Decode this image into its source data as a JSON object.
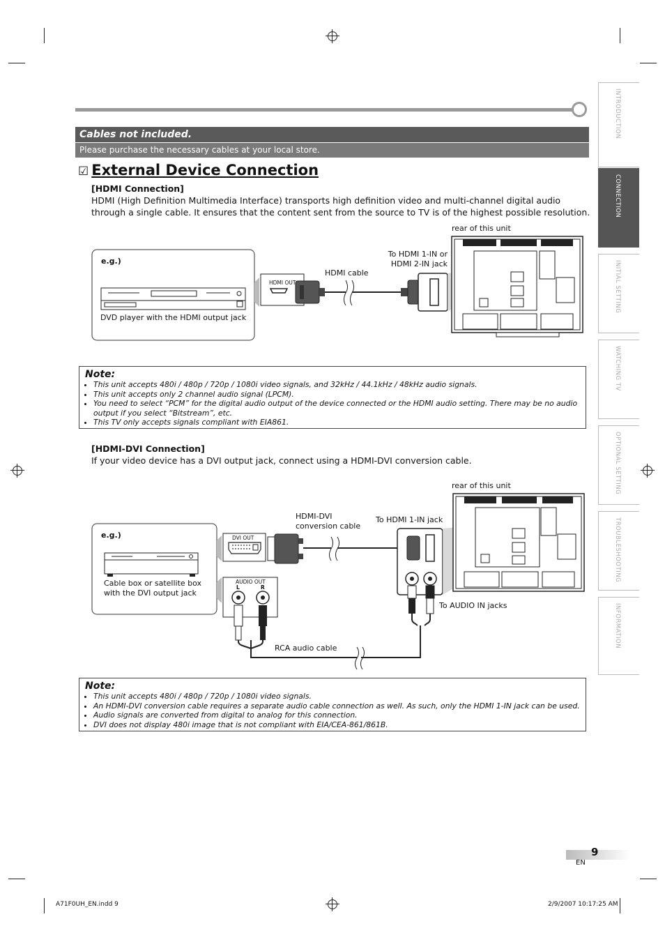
{
  "side_tabs": [
    "INTRODUCTION",
    "CONNECTION",
    "INITIAL SETTING",
    "WATCHING TV",
    "OPTIONAL SETTING",
    "TROUBLESHOOTING",
    "INFORMATION"
  ],
  "banner": {
    "title": "Cables not included.",
    "text": "Please purchase the necessary cables at your local store."
  },
  "section": {
    "checkbox": "☑",
    "title": "External Device Connection"
  },
  "hdmi": {
    "heading": "[HDMI Connection]",
    "text": "HDMI (High Definition Multimedia Interface) transports high definition video and multi-channel digital audio through a single cable. It ensures that the content sent from the source to TV is of the highest possible resolution.",
    "eg": "e.g.)",
    "device_caption": "DVD player with the HDMI output jack",
    "port_label": "HDMI OUT",
    "cable_label": "HDMI cable",
    "jack_label_1": "To HDMI 1-IN or",
    "jack_label_2": "HDMI 2-IN jack",
    "rear_label": "rear of this unit"
  },
  "note1": {
    "title": "Note:",
    "items": [
      "This unit accepts 480i / 480p / 720p / 1080i video signals, and 32kHz / 44.1kHz / 48kHz audio signals.",
      "This unit accepts only 2 channel audio signal (LPCM).",
      "You need to select “PCM” for the digital audio output of the device connected or the HDMI audio setting. There may be no audio output if you select “Bitstream”, etc.",
      "This TV only accepts signals compliant with EIA861."
    ]
  },
  "dvi": {
    "heading": "[HDMI-DVI Connection]",
    "text": "If your video device has a DVI output jack, connect using a HDMI-DVI conversion cable.",
    "eg": "e.g.)",
    "device_caption_1": "Cable box or satellite box",
    "device_caption_2": "with the DVI output jack",
    "dvi_port_label": "DVI OUT",
    "audio_port_label": "AUDIO OUT",
    "audio_l": "L",
    "audio_r": "R",
    "cable_label_1": "HDMI-DVI",
    "cable_label_2": "conversion cable",
    "jack_label": "To HDMI 1-IN jack",
    "audio_in_label": "To AUDIO IN jacks",
    "rca_label": "RCA audio cable",
    "rear_label": "rear of this unit"
  },
  "note2": {
    "title": "Note:",
    "items": [
      "This unit accepts 480i / 480p / 720p / 1080i video signals.",
      "An HDMI-DVI conversion cable requires a separate audio cable connection as well. As such, only the HDMI 1-IN jack can be used.",
      "Audio signals are converted from digital to analog for this connection.",
      "DVI does not display 480i image that is not compliant with EIA/CEA-861/861B."
    ]
  },
  "page": {
    "number": "9",
    "lang": "EN"
  },
  "footer": {
    "file": "A71F0UH_EN.indd   9",
    "date": "2/9/2007   10:17:25 AM"
  }
}
